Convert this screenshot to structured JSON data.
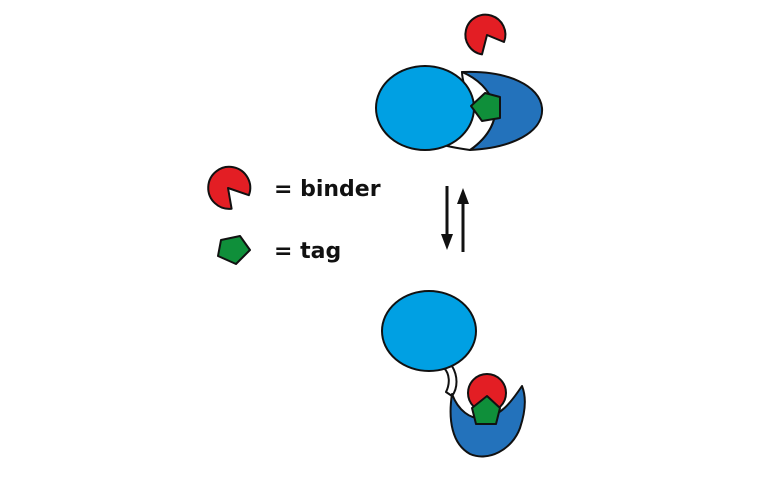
{
  "legend": {
    "binder_label": "= binder",
    "tag_label": "= tag"
  },
  "colors": {
    "domain_light_blue": "#00a0e3",
    "domain_dark_blue": "#2372bb",
    "binder_red": "#e31e24",
    "tag_green": "#0f8f3a",
    "outline": "#111111",
    "background": "#ffffff"
  },
  "icons": {
    "binder": "pacman-circle",
    "tag": "pentagon",
    "equilibrium": "double-arrow-up-down"
  }
}
